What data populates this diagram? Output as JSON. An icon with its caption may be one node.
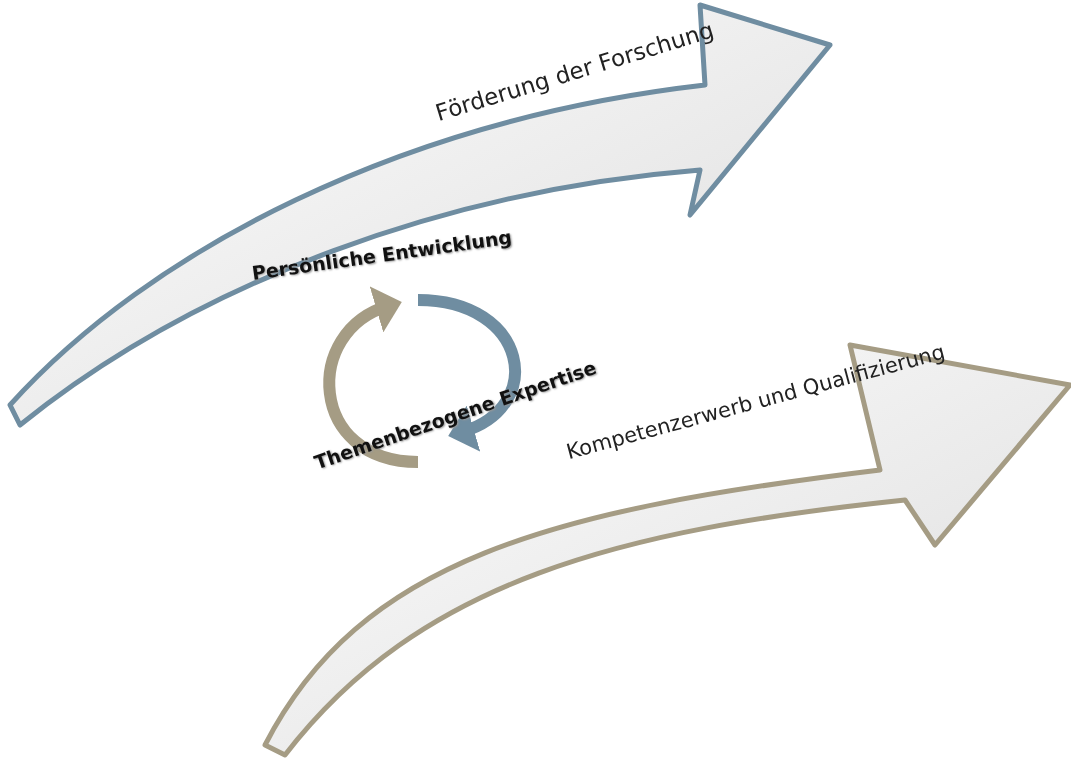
{
  "diagram": {
    "nodes": [
      {
        "text": [
          "Förderung der Forschung"
        ]
      },
      {
        "text": [
          "Persönliche Entwicklung"
        ]
      },
      {
        "text": [
          "Themenbezogene Expertise"
        ]
      },
      {
        "text": [
          "Kompetenzerwerb und Qualifizierung"
        ]
      }
    ],
    "edges": [
      {
        "from": 1,
        "to": 2,
        "arrow": "to",
        "color": "#6f8da1"
      },
      {
        "from": 2,
        "to": 1,
        "arrow": "to",
        "color": "#a59c84"
      }
    ]
  }
}
